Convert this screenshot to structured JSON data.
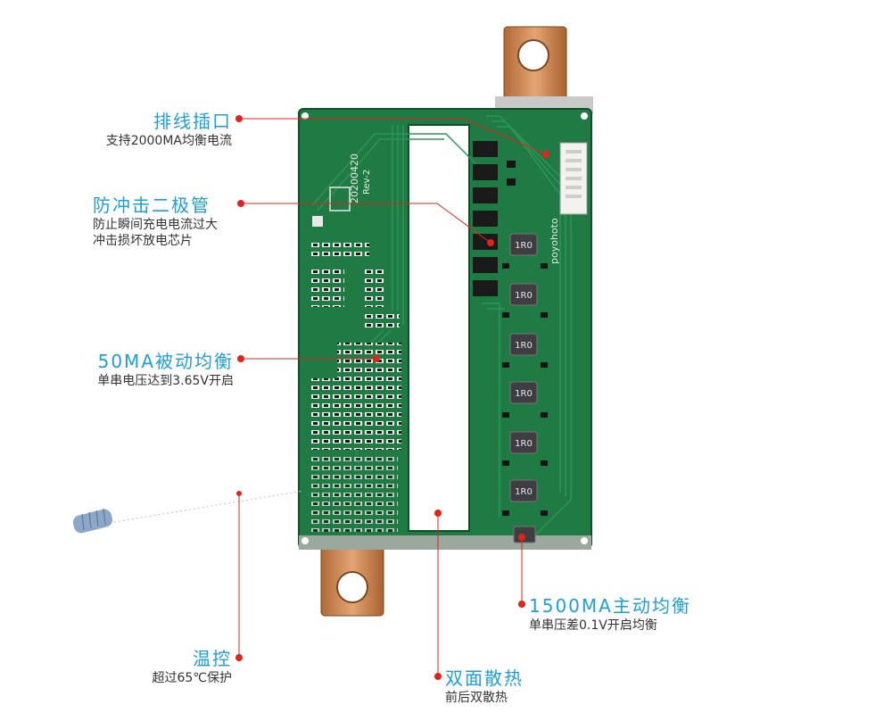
{
  "colors": {
    "title": "#1e9fd6",
    "subtitle": "#333333",
    "pointer": "#e2231a",
    "pcb": "#1f7a44",
    "pcb_dark": "#16633a",
    "copper": "#c8834f"
  },
  "board": {
    "silkscreen_date": "20200420",
    "silkscreen_rev": "Rev-2",
    "brand": "poyohoto",
    "inductor_label": "1R0"
  },
  "annotations": {
    "connector": {
      "title": "排线插口",
      "sub": "支持2000MA均衡电流"
    },
    "diode": {
      "title": "防冲击二极管",
      "sub1": "防止瞬间充电电流过大",
      "sub2": "冲击损坏放电芯片"
    },
    "passive": {
      "title": "50MA被动均衡",
      "sub": "单串电压达到3.65V开启"
    },
    "temp": {
      "title": "温控",
      "sub": "超过65℃保护"
    },
    "heat": {
      "title": "双面散热",
      "sub": "前后双散热"
    },
    "active": {
      "title": "1500MA主动均衡",
      "sub": "单串压差0.1V开启均衡"
    }
  }
}
